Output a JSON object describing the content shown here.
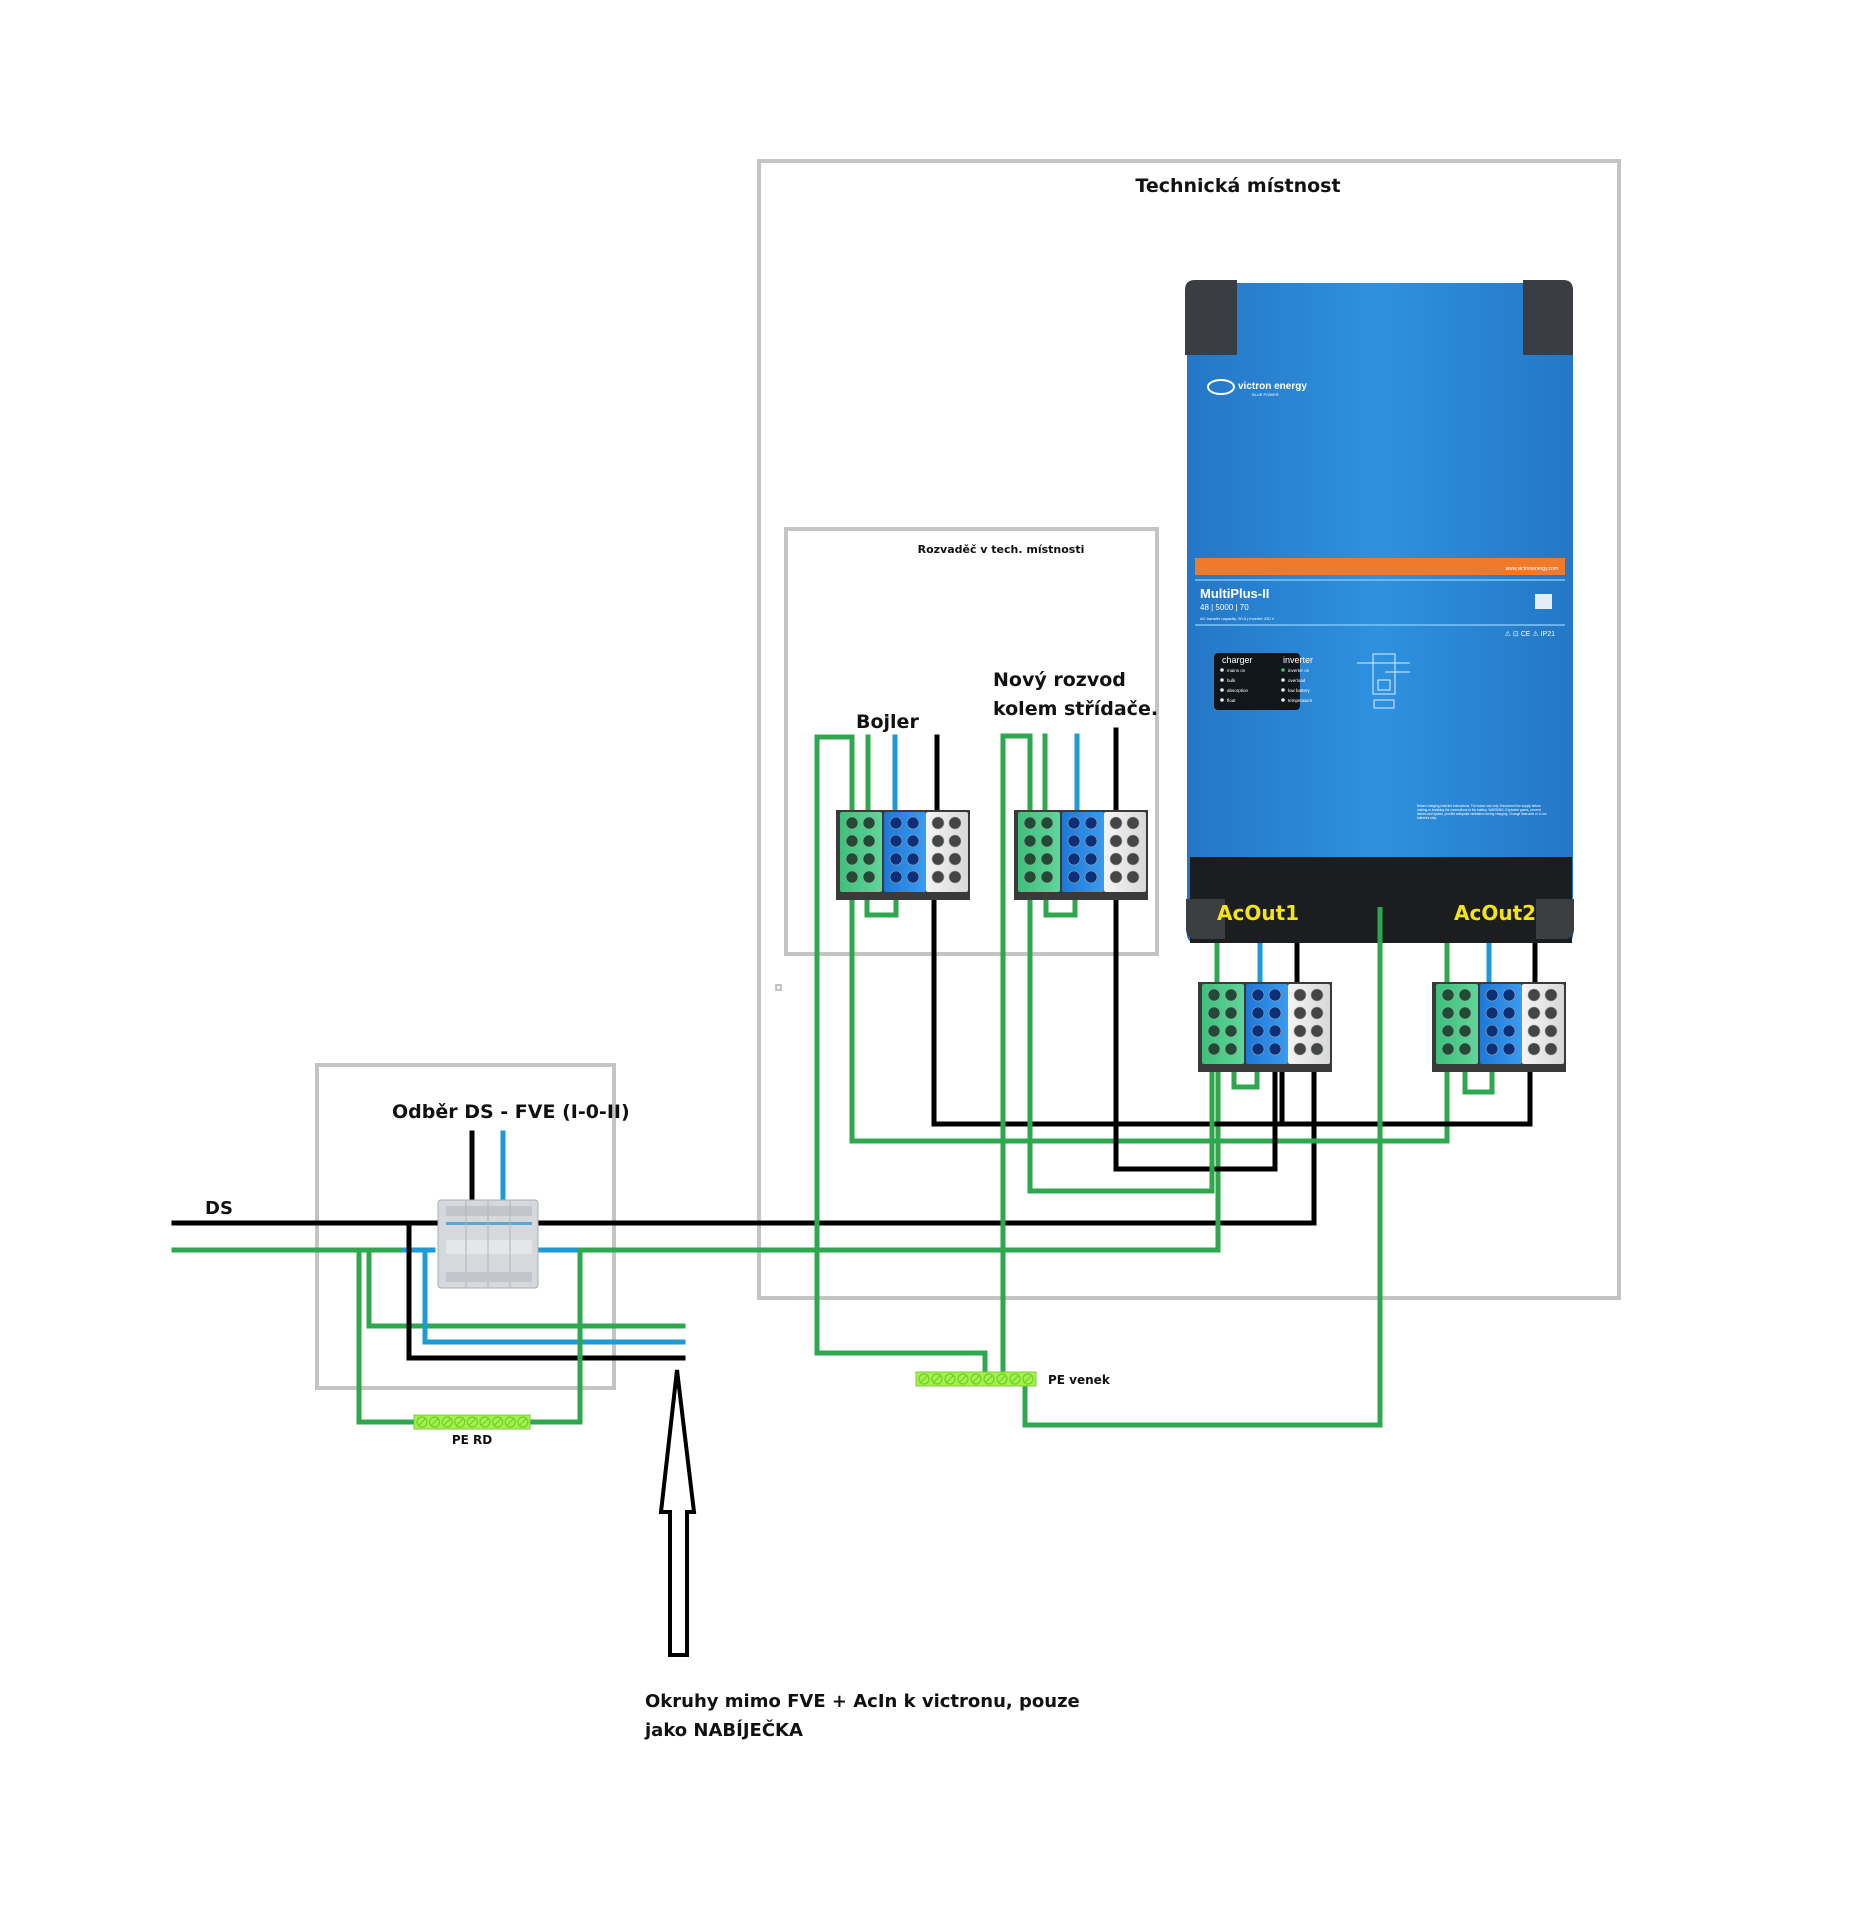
{
  "labels": {
    "tech_room": "Technická místnost",
    "switchboard": "Rozvaděč v tech. místnosti",
    "boiler": "Bojler",
    "new_circuit_line1": "Nový rozvod",
    "new_circuit_line2": "kolem střídače.",
    "selector_switch": "Odběr DS - FVE (I-0-II)",
    "grid_supply": "DS",
    "pe_rd": "PE RD",
    "pe_outside": "PE venek",
    "acout1": "AcOut1",
    "acout2": "AcOut2",
    "note_line1": "Okruhy mimo FVE + AcIn k victronu, pouze",
    "note_line2": "jako NABÍJEČKA"
  },
  "inverter": {
    "brand": "victron energy",
    "brand_sub": "BLUE POWER",
    "model": "MultiPlus-II",
    "spec": "48 | 5000 | 70",
    "spec_sub": "AC transfer capacity: 50 A | Inverter 230 V",
    "url": "www.victronenergy.com",
    "cert": "⚠ ⊡ CE ⚠ IP21",
    "charger_title": "charger",
    "inverter_title": "inverter",
    "charger_leds": [
      "mains on",
      "bulk",
      "absorption",
      "float"
    ],
    "inverter_leds": [
      "inverter on",
      "overload",
      "low battery",
      "temperature"
    ],
    "warning": "Before charging read the instructions. For indoor use only. Disconnect the supply before making or breaking the connections to the battery. WARNING: Explosive gases, prevent flames and sparks, provide adequate ventilation during charging. Change lead-acid or Li-ion batteries only."
  },
  "colors": {
    "earth": "#2ea84f",
    "neutral": "#1e9ad6",
    "line": "#000000",
    "box": "#c4c4c4",
    "inverter_blue": "#2a8ad8",
    "inverter_orange": "#f07a2c",
    "label_yellow": "#f5e31a",
    "pe_bus": "#a6f04c"
  }
}
